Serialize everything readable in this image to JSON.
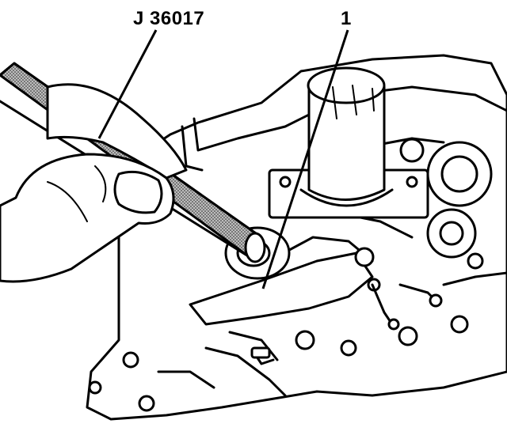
{
  "labels": {
    "tool_callout": "J 36017",
    "part_callout": "1"
  },
  "colors": {
    "ink": "#000000",
    "paper": "#ffffff",
    "tool_fill": "#9a9a9a"
  },
  "icons": [
    "hand-illustration",
    "tool-rod-illustration",
    "valve-body-illustration",
    "servo-cover-illustration"
  ]
}
